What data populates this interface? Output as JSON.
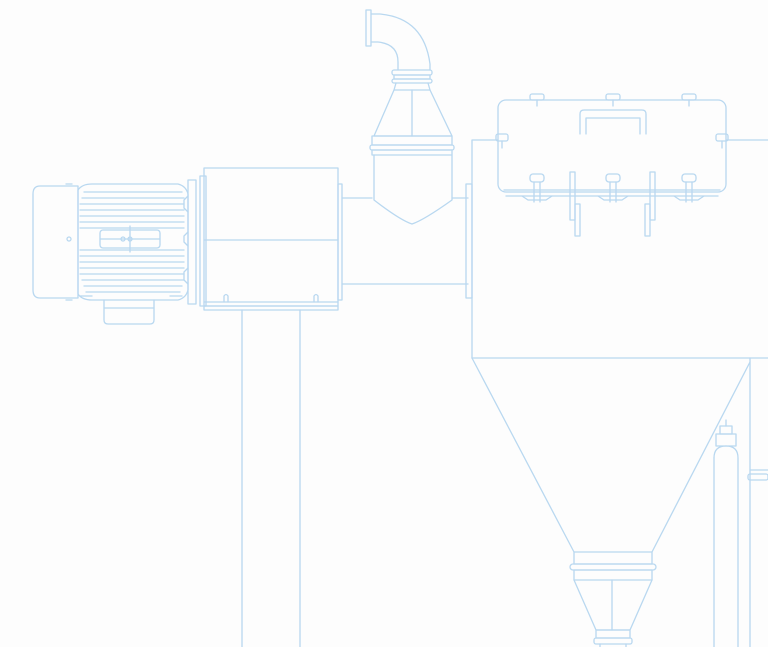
{
  "drawing": {
    "line_color": "#b9d8f0",
    "line_color_light": "#cfe4f5",
    "background": "#fdfdfd",
    "components": [
      {
        "id": "motor",
        "label": ""
      },
      {
        "id": "gear-housing",
        "label": ""
      },
      {
        "id": "inlet-elbow",
        "label": ""
      },
      {
        "id": "inlet-hopper",
        "label": ""
      },
      {
        "id": "connecting-duct",
        "label": ""
      },
      {
        "id": "filter-chamber",
        "label": ""
      },
      {
        "id": "inspection-hatch",
        "label": ""
      },
      {
        "id": "conical-hopper",
        "label": ""
      },
      {
        "id": "discharge-outlet",
        "label": ""
      },
      {
        "id": "support-legs",
        "label": ""
      }
    ]
  }
}
